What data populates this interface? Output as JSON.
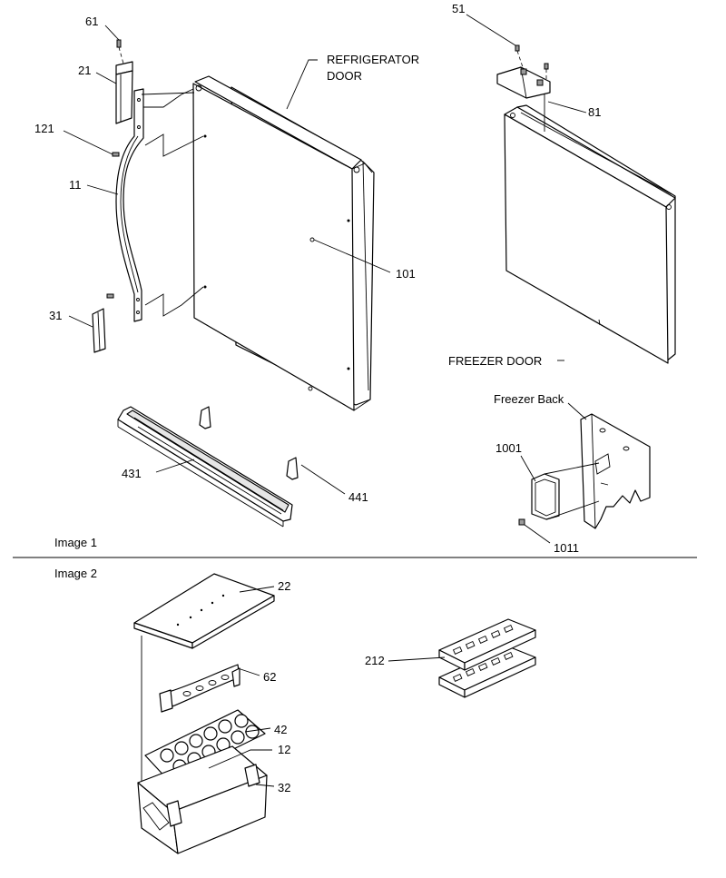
{
  "image1": {
    "caption": "Image 1",
    "labels": {
      "refrigerator_door_line1": "REFRIGERATOR",
      "refrigerator_door_line2": "DOOR",
      "freezer_door": "FREEZER DOOR",
      "freezer_back": "Freezer Back"
    },
    "callouts": {
      "p61": "61",
      "p21": "21",
      "p121": "121",
      "p11": "11",
      "p31": "31",
      "p101": "101",
      "p51": "51",
      "p81": "81",
      "p431": "431",
      "p441": "441",
      "p1001": "1001",
      "p1011": "1011"
    }
  },
  "image2": {
    "caption": "Image 2",
    "callouts": {
      "p22": "22",
      "p62": "62",
      "p42": "42",
      "p12": "12",
      "p32": "32",
      "p212": "212"
    }
  }
}
